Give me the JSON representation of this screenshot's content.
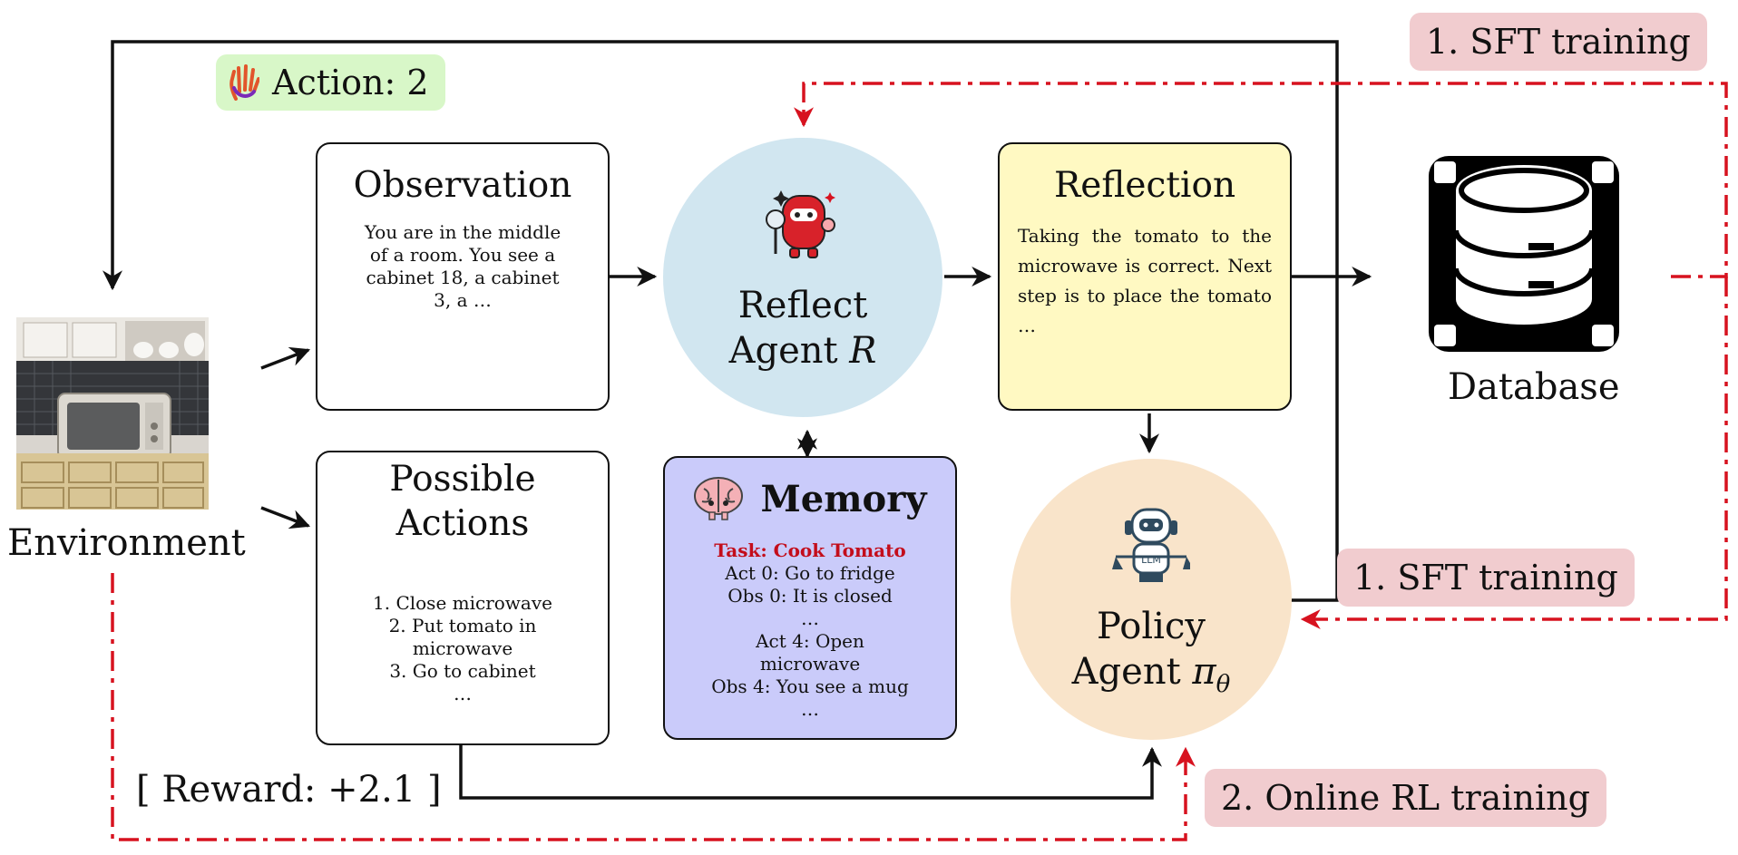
{
  "environment": {
    "label": "Environment"
  },
  "action_tag": {
    "text": "Action: 2"
  },
  "observation": {
    "title": "Observation",
    "text": "You are in the middle of a room. You see a cabinet 18, a cabinet 3, a …"
  },
  "possible_actions": {
    "title": "Possible Actions",
    "items": [
      "1. Close microwave",
      "2. Put tomato in microwave",
      "3. Go to cabinet",
      "…"
    ]
  },
  "reflect_agent": {
    "line1": "Reflect",
    "line2": "Agent",
    "symbol": "R"
  },
  "memory": {
    "title": "Memory",
    "task": "Task: Cook Tomato",
    "lines": [
      "Act 0: Go to fridge",
      "Obs 0: It is closed",
      "…",
      "Act 4: Open microwave",
      "Obs 4: You see a mug",
      "…"
    ]
  },
  "reflection": {
    "title": "Reflection",
    "text": "Taking the tomato to the microwave is correct. Next step is to place the tomato …"
  },
  "database": {
    "label": "Database"
  },
  "policy_agent": {
    "line1": "Policy",
    "line2": "Agent",
    "symbol": "π",
    "subscript": "θ"
  },
  "sft_tag_top": {
    "text": "1. SFT training"
  },
  "sft_tag_mid": {
    "text": "1. SFT training"
  },
  "rl_tag": {
    "text": "2. Online RL training"
  },
  "reward": {
    "text": "[ Reward: +2.1 ]"
  },
  "colors": {
    "training_red": "#d7121f",
    "tag_pink": "#f1cccf",
    "tag_green": "#d8f7c8",
    "reflect_blue": "#d1e6f0",
    "memory_purple": "#cacbfa",
    "reflection_yellow": "#fff9c2",
    "policy_peach": "#f9e4ca"
  }
}
